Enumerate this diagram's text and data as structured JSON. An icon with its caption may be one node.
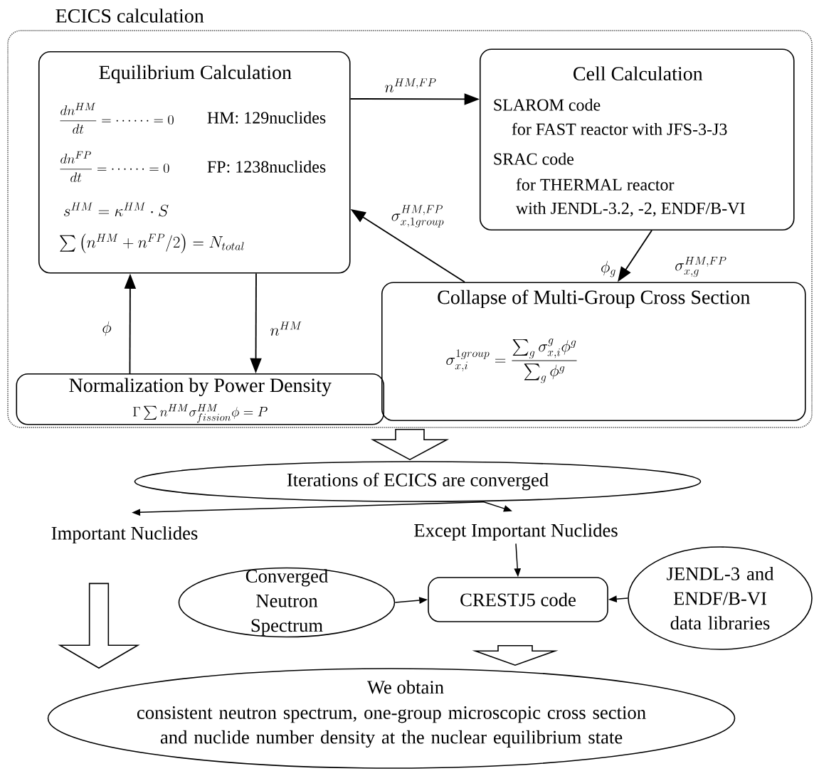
{
  "diagram": {
    "nodes": [
      {
        "text": [
          "ECICS calculation"
        ]
      },
      {
        "text": [
          "Equilibrium Calculation",
          "\\frac{dn^{HM}}{dt}=\\cdots\\cdots=0",
          "HM: 129nuclides",
          "\\frac{dn^{FP}}{dt}=\\cdots\\cdots=0",
          "FP: 1238nuclides",
          "s^{HM}=\\kappa^{HM}\\cdot S",
          "\\sum\\left(n^{HM}+n^{FP}/2\\right)=N_{total}"
        ],
        "in": 0
      },
      {
        "text": [
          "Cell Calculation",
          "SLAROM code",
          "for FAST reactor with JFS-3-J3",
          "SRAC code",
          "for THERMAL reactor",
          "with JENDL-3.2, -2, ENDF/B-VI"
        ],
        "in": 0
      },
      {
        "text": [
          "Collapse of Multi-Group Cross Section",
          "\\sigma_{x,i}^{1group}=\\frac{\\sum_g\\sigma_{x,i}^{g}\\phi^{g}}{\\sum_g\\phi^{g}}"
        ],
        "in": 0
      },
      {
        "text": [
          "Normalization by Power Density",
          "\\Gamma\\sum n^{HM}\\sigma_{fission}^{HM}\\phi=P"
        ],
        "in": 0
      },
      {
        "text": [
          "Iterations of ECICS are converged"
        ]
      },
      {
        "text": [
          "Important Nuclides"
        ]
      },
      {
        "text": [
          "Except Important Nuclides"
        ]
      },
      {
        "text": [
          "Converged Neutron Spectrum"
        ]
      },
      {
        "text": [
          "CRESTJ5 code"
        ]
      },
      {
        "text": [
          "JENDL-3 and ENDF/B-VI data libraries"
        ]
      },
      {
        "text": [
          "We obtain",
          "consistent neutron spectrum, one-group microscopic cross section and nuclide number density at the nuclear equilibrium state"
        ]
      }
    ],
    "edges": [
      {
        "from": 1,
        "to": 2,
        "arrow": "to",
        "label": "n^{HM,FP}"
      },
      {
        "from": 2,
        "to": 3,
        "arrow": "to",
        "label": "\\phi_g"
      },
      {
        "from": 3,
        "to": 1,
        "arrow": "to",
        "label": "\\sigma_{x,1group}^{HM,FP}"
      },
      {
        "from": 1,
        "to": 4,
        "arrow": "to",
        "label": "n^{HM}"
      },
      {
        "from": 4,
        "to": 1,
        "arrow": "to",
        "label": "\\phi"
      },
      {
        "from": 0,
        "to": 5,
        "arrow": "to",
        "style": "thick"
      },
      {
        "from": 5,
        "to": 6,
        "arrow": "to"
      },
      {
        "from": 5,
        "to": 7,
        "arrow": "to"
      },
      {
        "from": 7,
        "to": 9,
        "arrow": "to"
      },
      {
        "from": 8,
        "to": 9,
        "arrow": "to"
      },
      {
        "from": 10,
        "to": 9,
        "arrow": "to"
      },
      {
        "from": 6,
        "to": 11,
        "arrow": "to",
        "style": "thick"
      },
      {
        "from": 9,
        "to": 11,
        "arrow": "to",
        "style": "thick"
      }
    ],
    "labels": [
      "\\sigma_{x,g}^{HM,FP}"
    ]
  }
}
